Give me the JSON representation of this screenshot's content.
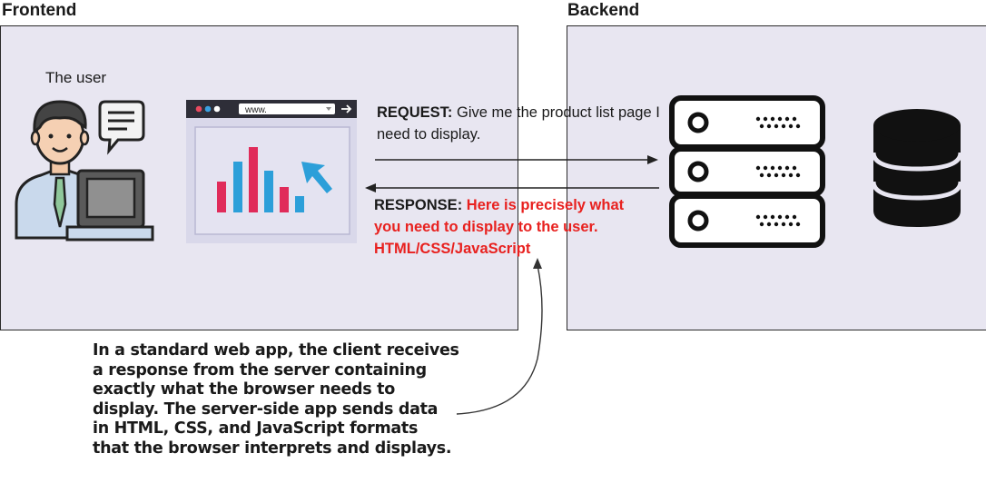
{
  "frontend": {
    "title": "Frontend",
    "user_label": "The user",
    "browser_url": "www."
  },
  "backend": {
    "title": "Backend"
  },
  "request": {
    "label": "REQUEST:",
    "text": "Give me the product list page I need to display."
  },
  "response": {
    "label": "RESPONSE:",
    "text_line1": "Here is precisely what",
    "text_line2": "you need to display to the user.",
    "text_line3": "HTML/CSS/JavaScript"
  },
  "caption": "In a standard web app, the client receives\na response from the server containing\nexactly what the browser needs to\ndisplay. The server-side app sends data\nin HTML, CSS, and JavaScript formats\nthat the browser interprets and displays.",
  "icons": [
    "user-at-computer-icon",
    "speech-bubble-icon",
    "browser-chart-icon",
    "cursor-arrow-icon",
    "server-rack-icon",
    "database-icon"
  ],
  "colors": {
    "panel": "#e8e6f1",
    "accent_red": "#e8211f",
    "chart_pink": "#e02b5a",
    "chart_blue": "#2c9fd9"
  }
}
